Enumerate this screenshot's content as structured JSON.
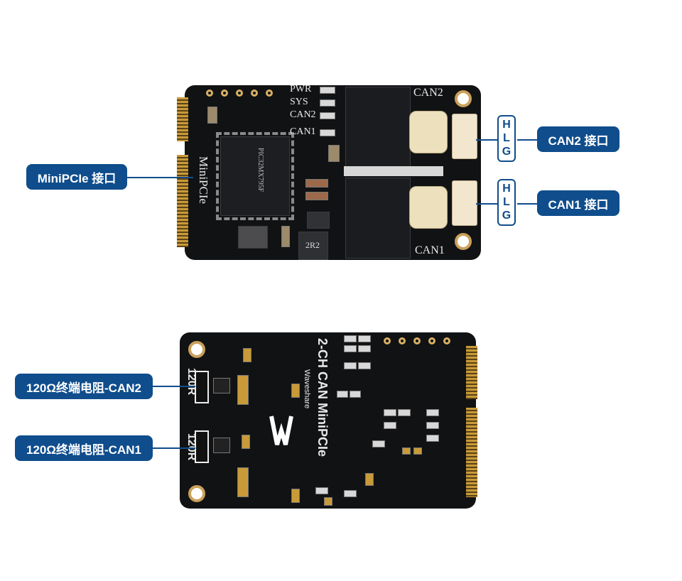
{
  "labels": {
    "minipcie": "MiniPCIe 接口",
    "can2_port": "CAN2 接口",
    "can1_port": "CAN1 接口",
    "term_can2": "120Ω终端电阻-CAN2",
    "term_can1": "120Ω终端电阻-CAN1"
  },
  "hlg": [
    "H",
    "L",
    "G"
  ],
  "silkscreen_front": {
    "pwr": "PWR",
    "sys": "SYS",
    "can2_led": "CAN2",
    "can1_led": "CAN1",
    "can2": "CAN2",
    "can1": "CAN1",
    "minipcie": "MiniPCIe",
    "mcu": "PIC32MX795F",
    "inductor": "2R2"
  },
  "silkscreen_back": {
    "title": "2-CH CAN MiniPCIe",
    "brand": "Waveshare",
    "r1": "120R",
    "r2": "120R"
  },
  "colors": {
    "label_bg": "#0f4d8c",
    "board": "#111214",
    "gold": "#c99a38"
  }
}
